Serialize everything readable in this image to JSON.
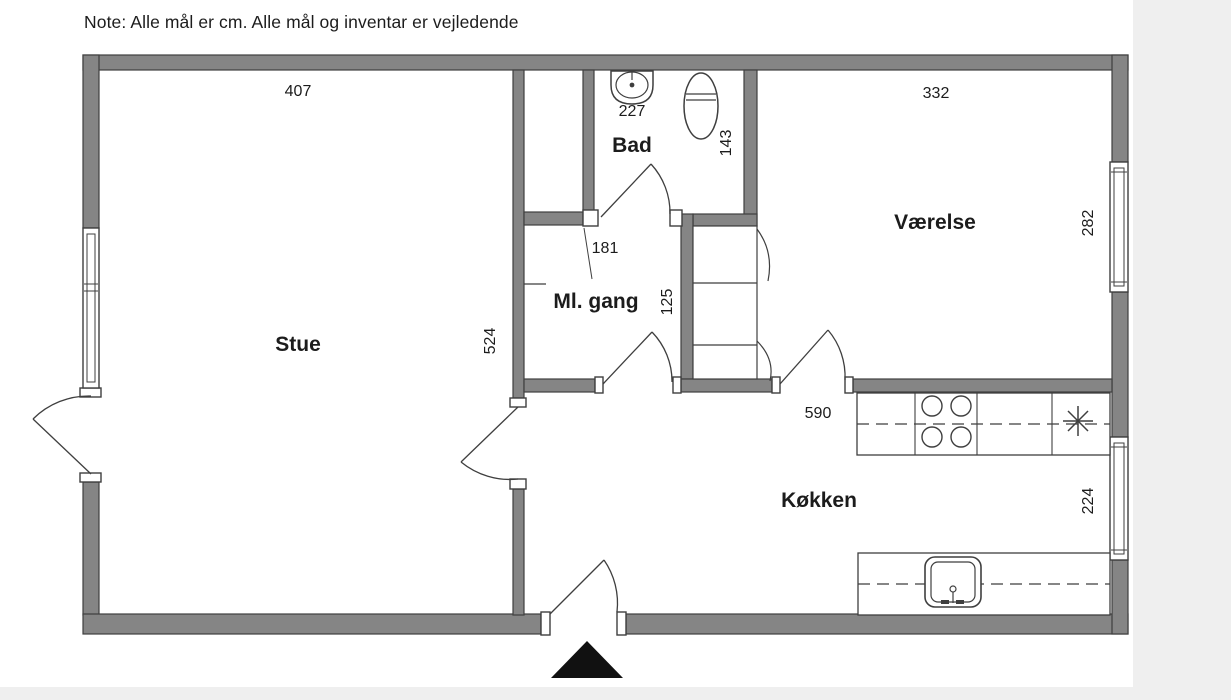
{
  "note": {
    "text": "Note: Alle mål er cm. Alle mål og inventar er vejledende"
  },
  "rooms": {
    "stue": {
      "name": "Stue"
    },
    "bad": {
      "name": "Bad"
    },
    "ml_gang": {
      "name": "Ml. gang"
    },
    "vaerelse": {
      "name": "Værelse"
    },
    "koekken": {
      "name": "Køkken"
    }
  },
  "dimensions_cm": {
    "stue_width": "407",
    "stue_depth": "524",
    "bad_width": "227",
    "bad_depth": "143",
    "ml_gang_width": "181",
    "ml_gang_depth": "125",
    "vaerelse_width": "332",
    "vaerelse_depth": "282",
    "koekken_width": "590",
    "koekken_depth": "224"
  },
  "colors": {
    "wall_fill": "#858585",
    "wall_outline": "#3f3f3f",
    "background": "#ffffff",
    "page_margin": "#efefef",
    "text": "#1c1c1c",
    "entrance_arrow": "#111111"
  }
}
